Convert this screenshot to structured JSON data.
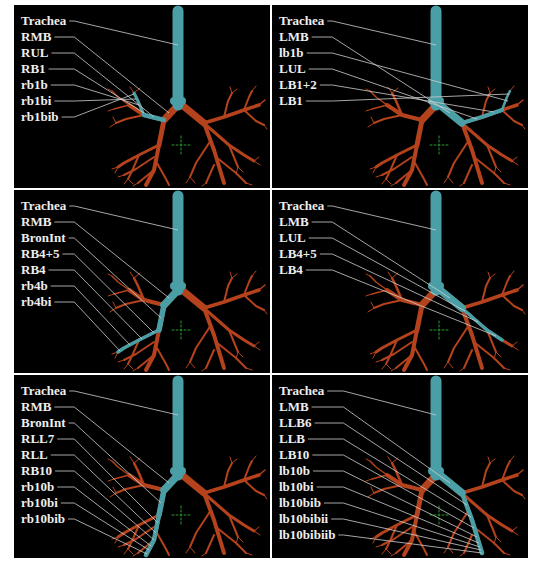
{
  "diagram": {
    "labels": [
      "Trachea",
      "RMB",
      "RUL",
      "RB1",
      "rb1b",
      "rb1bi",
      "rb1bib",
      "Trachea",
      "LMB",
      "lb1b",
      "LUL",
      "LB1+2",
      "LB1",
      "Trachea",
      "RMB",
      "BronInt",
      "RB4+5",
      "RB4",
      "rb4b",
      "rb4bi",
      "Trachea",
      "LMB",
      "LUL",
      "LB4+5",
      "LB4",
      "Trachea",
      "RMB",
      "BronInt",
      "RLL7",
      "RLL",
      "RB10",
      "rb10b",
      "rb10bi",
      "rb10bib",
      "Trachea",
      "LMB",
      "LLB6",
      "LLB",
      "LB10",
      "lb10b",
      "lb10bi",
      "lb10bib",
      "lb10bibii",
      "lb10bibiib"
    ]
  }
}
